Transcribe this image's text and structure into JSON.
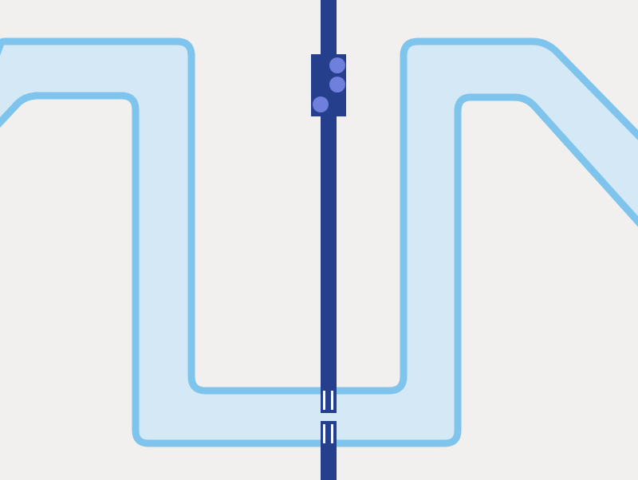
{
  "diagram": {
    "colors": {
      "background": "#f1f0ee",
      "channel_fill": "#d4e8f6",
      "channel_border": "#7fc4ec",
      "track": "#263f8c",
      "block": "#263f8c",
      "dots": "#6f7fdc",
      "break_mark": "#ffffff"
    },
    "channel": {
      "shape": "winding-u-path"
    },
    "track": {
      "orientation": "vertical"
    },
    "block": {
      "dot_count": 3
    },
    "crossing": {
      "style": "dashed-break"
    }
  }
}
